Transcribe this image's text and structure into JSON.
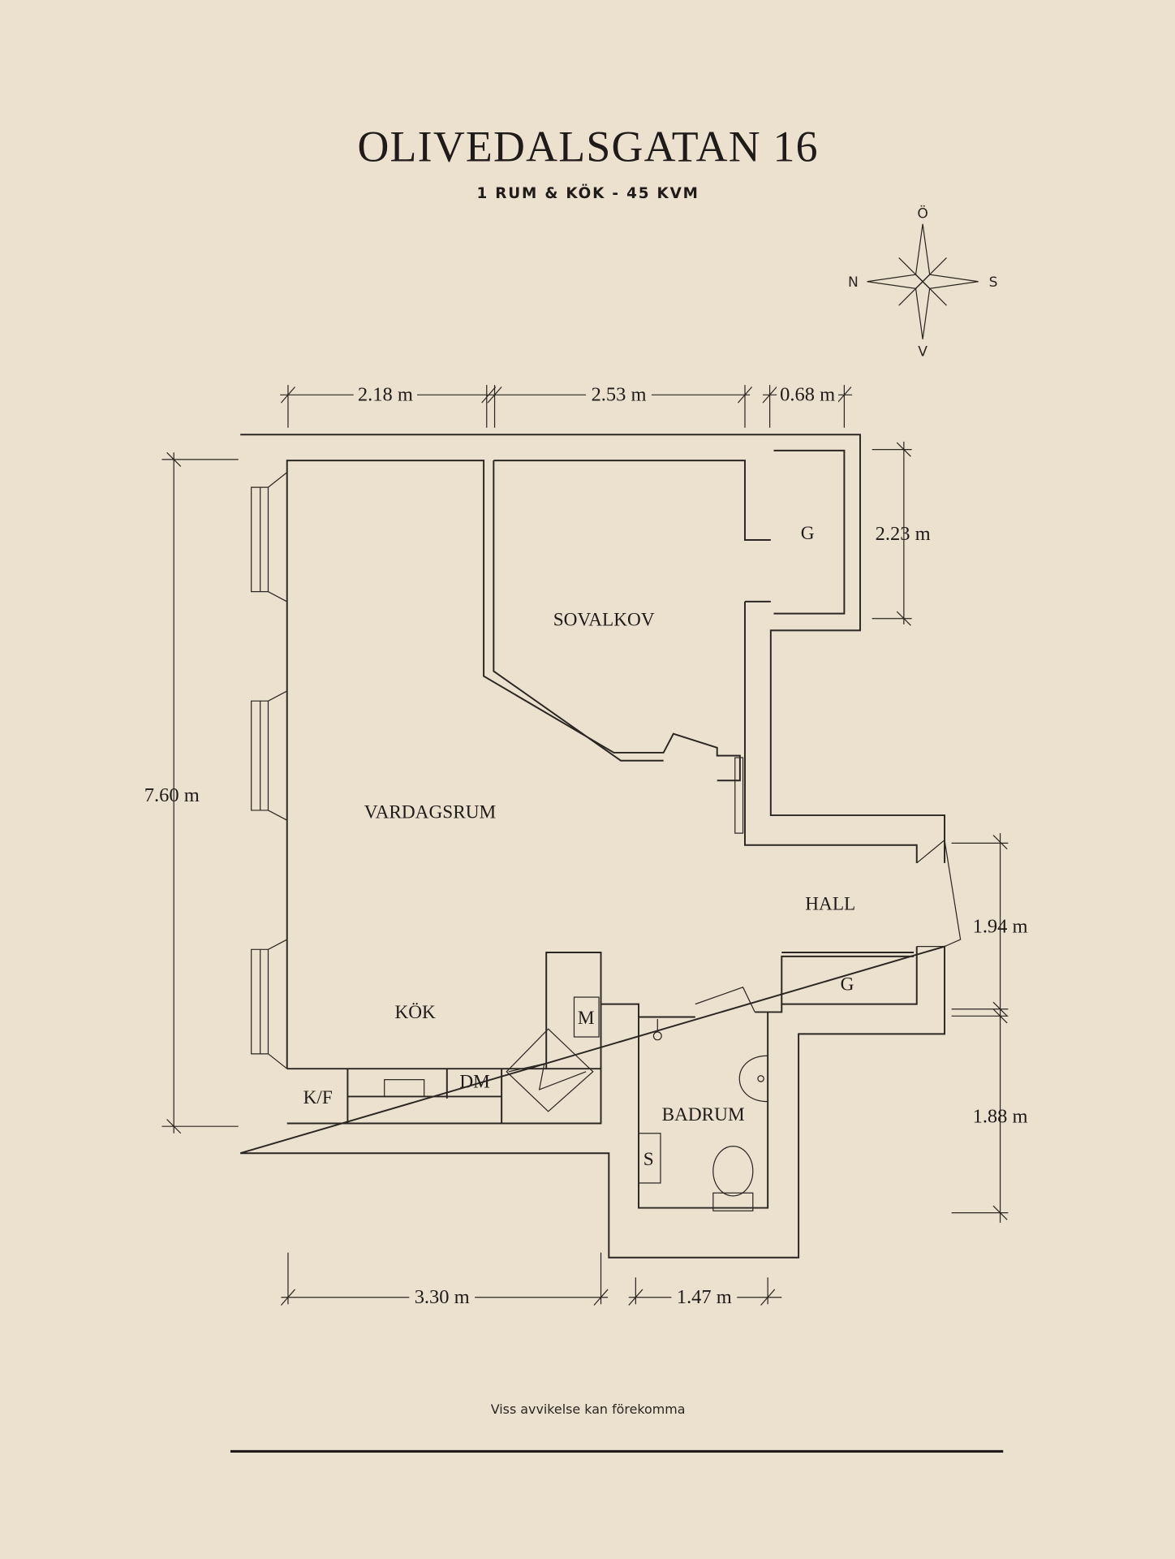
{
  "header": {
    "title": "OLIVEDALSGATAN 16",
    "subtitle": "1 RUM & KÖK  - 45 KVM"
  },
  "compass": {
    "north": "N",
    "south": "S",
    "east": "Ö",
    "west": "V"
  },
  "rooms": {
    "vardagsrum": "VARDAGSRUM",
    "sovalkov": "SOVALKOV",
    "hall": "HALL",
    "kok": "KÖK",
    "badrum": "BADRUM",
    "closet_bedroom": "G",
    "closet_hall": "G",
    "microwave": "M",
    "fridge_freezer": "K/F",
    "dishwasher": "DM",
    "shower": "S"
  },
  "dimensions": {
    "top_left": "2.18 m",
    "top_mid": "2.53 m",
    "top_right": "0.68 m",
    "left": "7.60 m",
    "right_closet": "2.23 m",
    "right_hall": "1.94 m",
    "right_bath": "1.88 m",
    "bottom_left": "3.30 m",
    "bottom_right": "1.47 m"
  },
  "footer": {
    "note": "Viss avvikelse kan förekomma"
  },
  "colors": {
    "background": "#ece0cf",
    "ink": "#2b2622"
  }
}
